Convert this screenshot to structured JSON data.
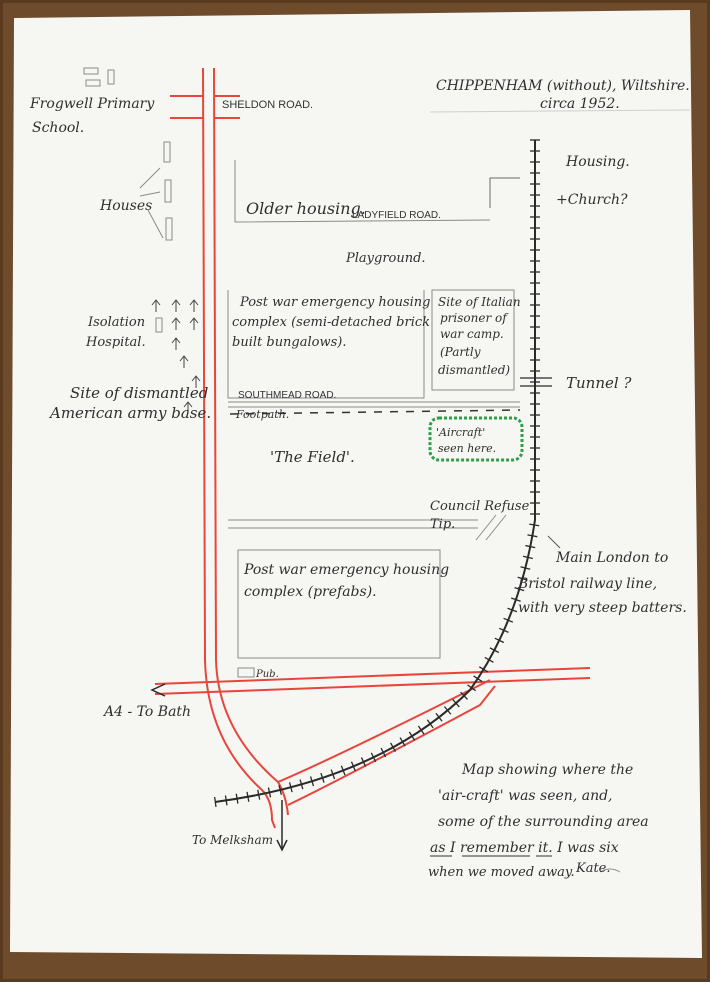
{
  "title": {
    "line1": "CHIPPENHAM (without), Wiltshire.",
    "line2": "circa 1952."
  },
  "labels": {
    "school_line1": "Frogwell Primary",
    "school_line2": "School.",
    "sheldon_road": "SHELDON ROAD.",
    "houses": "Houses",
    "housing_church_line1": "Housing.",
    "housing_church_line2": "+Church?",
    "older_housing": "Older housing.",
    "ladyfield_road": "LADYFIELD ROAD.",
    "playground": "Playground.",
    "isolation_line1": "Isolation",
    "isolation_line2": "Hospital.",
    "army_base_line1": "Site of dismantled",
    "army_base_line2": "American army base.",
    "emergency_1_lines": [
      "Post war emergency housing",
      "complex (semi-detached brick",
      "built bungalows)."
    ],
    "pow_camp_lines": [
      "Site of Italian",
      "prisoner of",
      "war camp.",
      "(Partly",
      "dismantled)"
    ],
    "tunnel": "Tunnel ?",
    "southmead_road": "SOUTHMEAD ROAD.",
    "footpath": "Footpath.",
    "aircraft_line1": "'Aircraft'",
    "aircraft_line2": "seen here.",
    "the_field": "'The Field'.",
    "refuse_line1": "Council Refuse",
    "refuse_line2": "Tip.",
    "railway_lines": [
      "Main London to",
      "Bristol railway line,",
      "with very steep batters."
    ],
    "emergency_2_lines": [
      "Post war emergency housing",
      "complex (prefabs)."
    ],
    "pub": "Pub.",
    "a4": "A4 - To Bath",
    "melksham": "To Melksham",
    "note_lines": [
      "Map showing where the",
      "'air-craft' was seen, and,",
      "some of the surrounding area",
      "as I remember it. I was six",
      "when we moved away."
    ],
    "signature": "Kate."
  },
  "colors": {
    "road": "#e8453c",
    "railway": "#2a2a2a",
    "aircraft_highlight": "#2e9e4a",
    "pencil": "#8a8a8a",
    "paper": "#f5f5f2",
    "table": "#6b4a2c"
  }
}
